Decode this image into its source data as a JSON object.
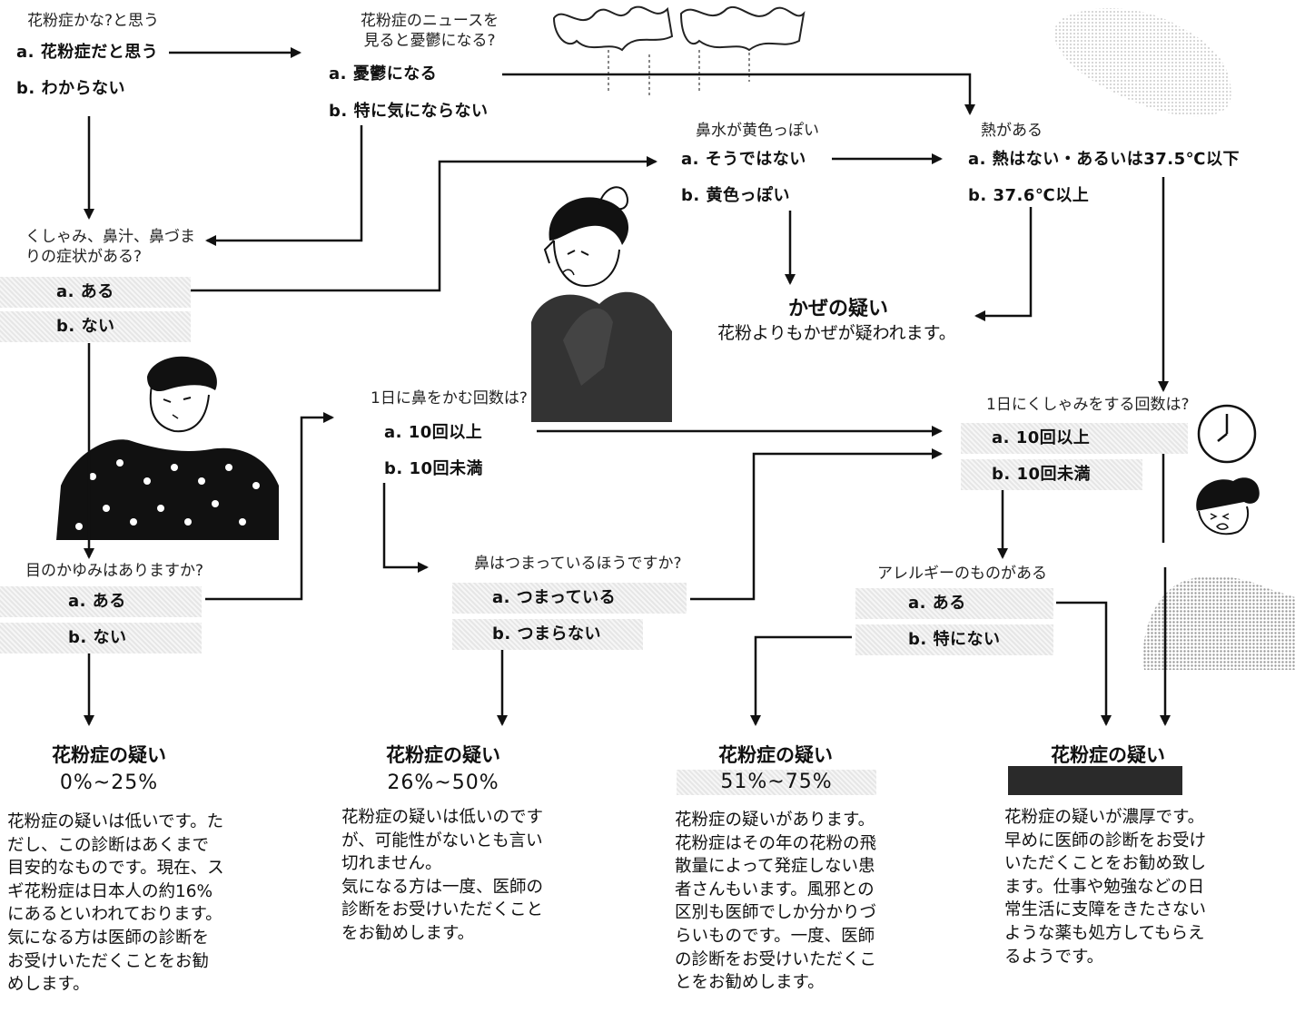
{
  "q1": {
    "question": "花粉症かな?と思う",
    "a": "a. 花粉症だと思う",
    "b": "b. わからない"
  },
  "q2": {
    "question": "花粉症のニュースを\n見ると憂鬱になる?",
    "a": "a. 憂鬱になる",
    "b": "b. 特に気にならない"
  },
  "q3": {
    "question": "鼻水が黄色っぽい",
    "a": "a. そうではない",
    "b": "b. 黄色っぽい"
  },
  "q4": {
    "question": "熱がある",
    "a": "a. 熱はない・あるいは37.5℃以下",
    "b": "b. 37.6℃以上"
  },
  "q5": {
    "question": "くしゃみ、鼻汁、鼻づまりの症状がある?",
    "a": "a. ある",
    "b": "b. ない"
  },
  "cold": {
    "title": "かぜの疑い",
    "desc": "花粉よりもかぜが疑われます。"
  },
  "q6": {
    "question": "1日に鼻をかむ回数は?",
    "a": "a. 10回以上",
    "b": "b. 10回未満"
  },
  "q7": {
    "question": "1日にくしゃみをする回数は?",
    "a": "a. 10回以上",
    "b": "b. 10回未満"
  },
  "q8": {
    "question": "目のかゆみはありますか?",
    "a": "a. ある",
    "b": "b. ない"
  },
  "q9": {
    "question": "鼻はつまっているほうですか?",
    "a": "a. つまっている",
    "b": "b. つまらない"
  },
  "q10": {
    "question": "アレルギーのものがある",
    "a": "a. ある",
    "b": "b. 特にない"
  },
  "results": [
    {
      "title": "花粉症の疑い",
      "pct": "0%~25%",
      "desc": "花粉症の疑いは低いです。ただし、この診断はあくまで目安的なものです。現在、スギ花粉症は日本人の約16%にあるといわれております。気になる方は医師の診断をお受けいただくことをお勧めします。"
    },
    {
      "title": "花粉症の疑い",
      "pct": "26%~50%",
      "desc": "花粉症の疑いは低いのですが、可能性がないとも言い切れません。\n気になる方は一度、医師の診断をお受けいただくことをお勧めします。"
    },
    {
      "title": "花粉症の疑い",
      "pct": "51%~75%",
      "desc": "花粉症の疑いがあります。花粉症はその年の花粉の飛散量によって発症しない患者さんもいます。風邪との区別も医師でしか分かりづらいものです。一度、医師の診断をお受けいただくことをお勧めします。"
    },
    {
      "title": "花粉症の疑い",
      "pct": "",
      "desc": "花粉症の疑いが濃厚です。早めに医師の診断をお受けいただくことをお勧め致します。仕事や勉強などの日常生活に支障をきたさないような薬も処方してもらえるようです。"
    }
  ],
  "colors": {
    "line": "#111111",
    "shade": "#e8e8e8",
    "result4_bar": "#2a2a2a"
  },
  "icons": [
    "cedar-tree-icon",
    "pollen-cloud-icon",
    "woman-illustration",
    "man-illustration",
    "clock-icon",
    "sneezing-girl-icon",
    "arm-illustration"
  ]
}
